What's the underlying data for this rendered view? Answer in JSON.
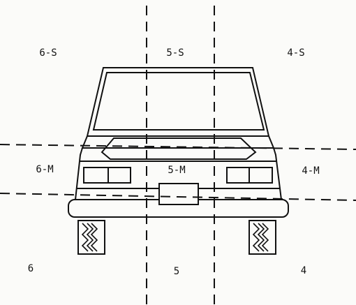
{
  "diagram": {
    "zones": {
      "z6s": "6-S",
      "z5s": "5-S",
      "z4s": "4-S",
      "z6m": "6-M",
      "z5m": "5-M",
      "z4m": "4-M",
      "z6": "6",
      "z5": "5",
      "z4": "4"
    },
    "colors": {
      "ink": "#111111",
      "paper": "#fbfbf9"
    }
  }
}
